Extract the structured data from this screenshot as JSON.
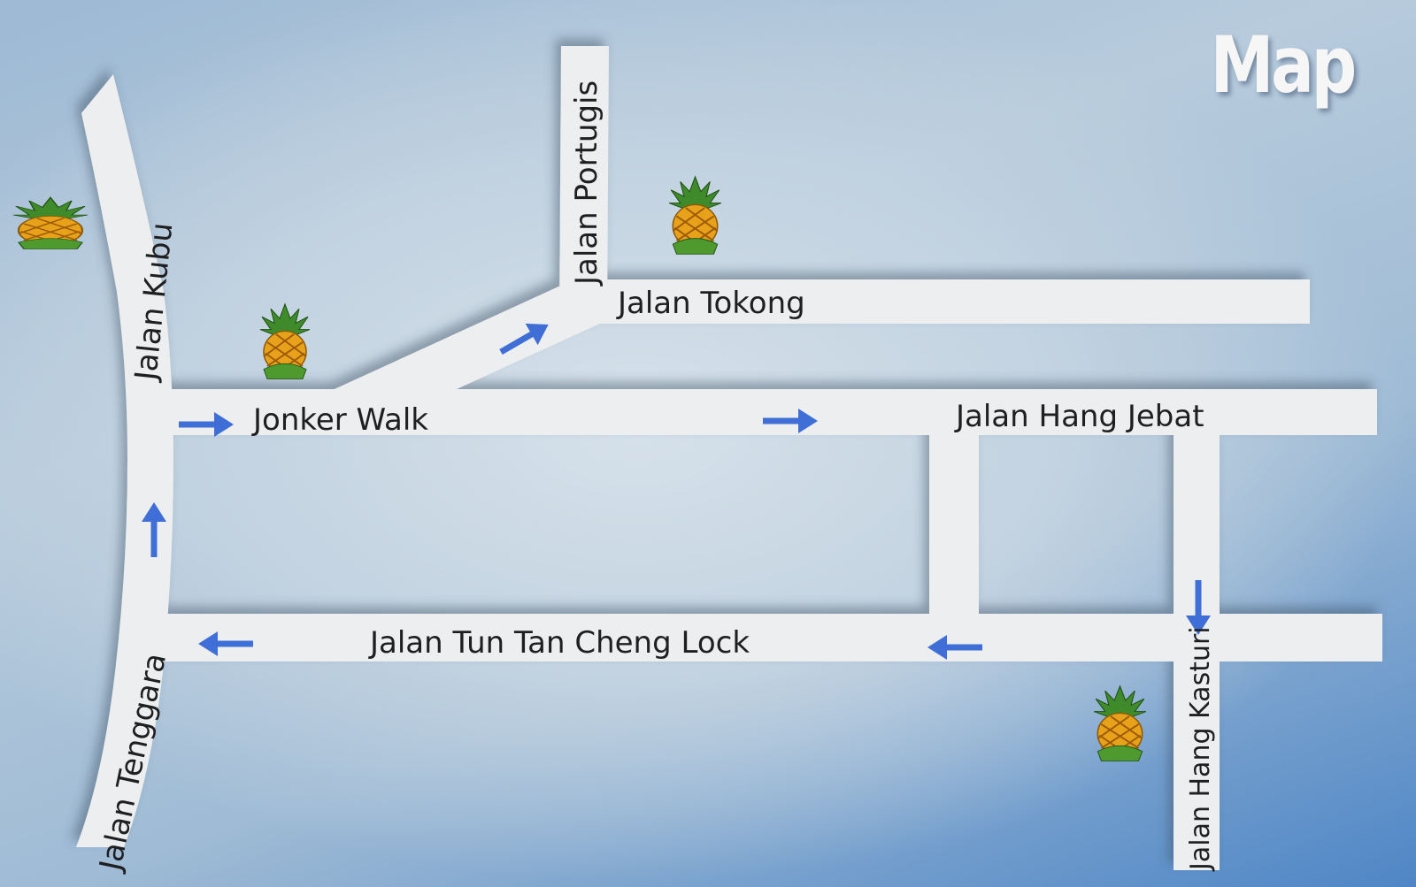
{
  "map": {
    "title": "Map",
    "streets": {
      "jalan_portugis": "Jalan Portugis",
      "jalan_kubu": "Jalan Kubu",
      "jalan_tokong": "Jalan Tokong",
      "jonker_walk": "Jonker Walk",
      "jalan_hang_jebat": "Jalan Hang Jebat",
      "jalan_tun_tan_cheng_lock": "Jalan Tun Tan Cheng Lock",
      "jalan_tenggara": "Jalan Tenggara",
      "jalan_hang_kasturi": "Jalan Hang Kasturi"
    },
    "icons": {
      "landmark": "pineapple-icon",
      "direction": "arrow-icon"
    },
    "colors": {
      "road": "#eceef0",
      "arrow": "#3f6ed6",
      "text": "#1f1f22",
      "title": "#f6f6f6"
    }
  }
}
